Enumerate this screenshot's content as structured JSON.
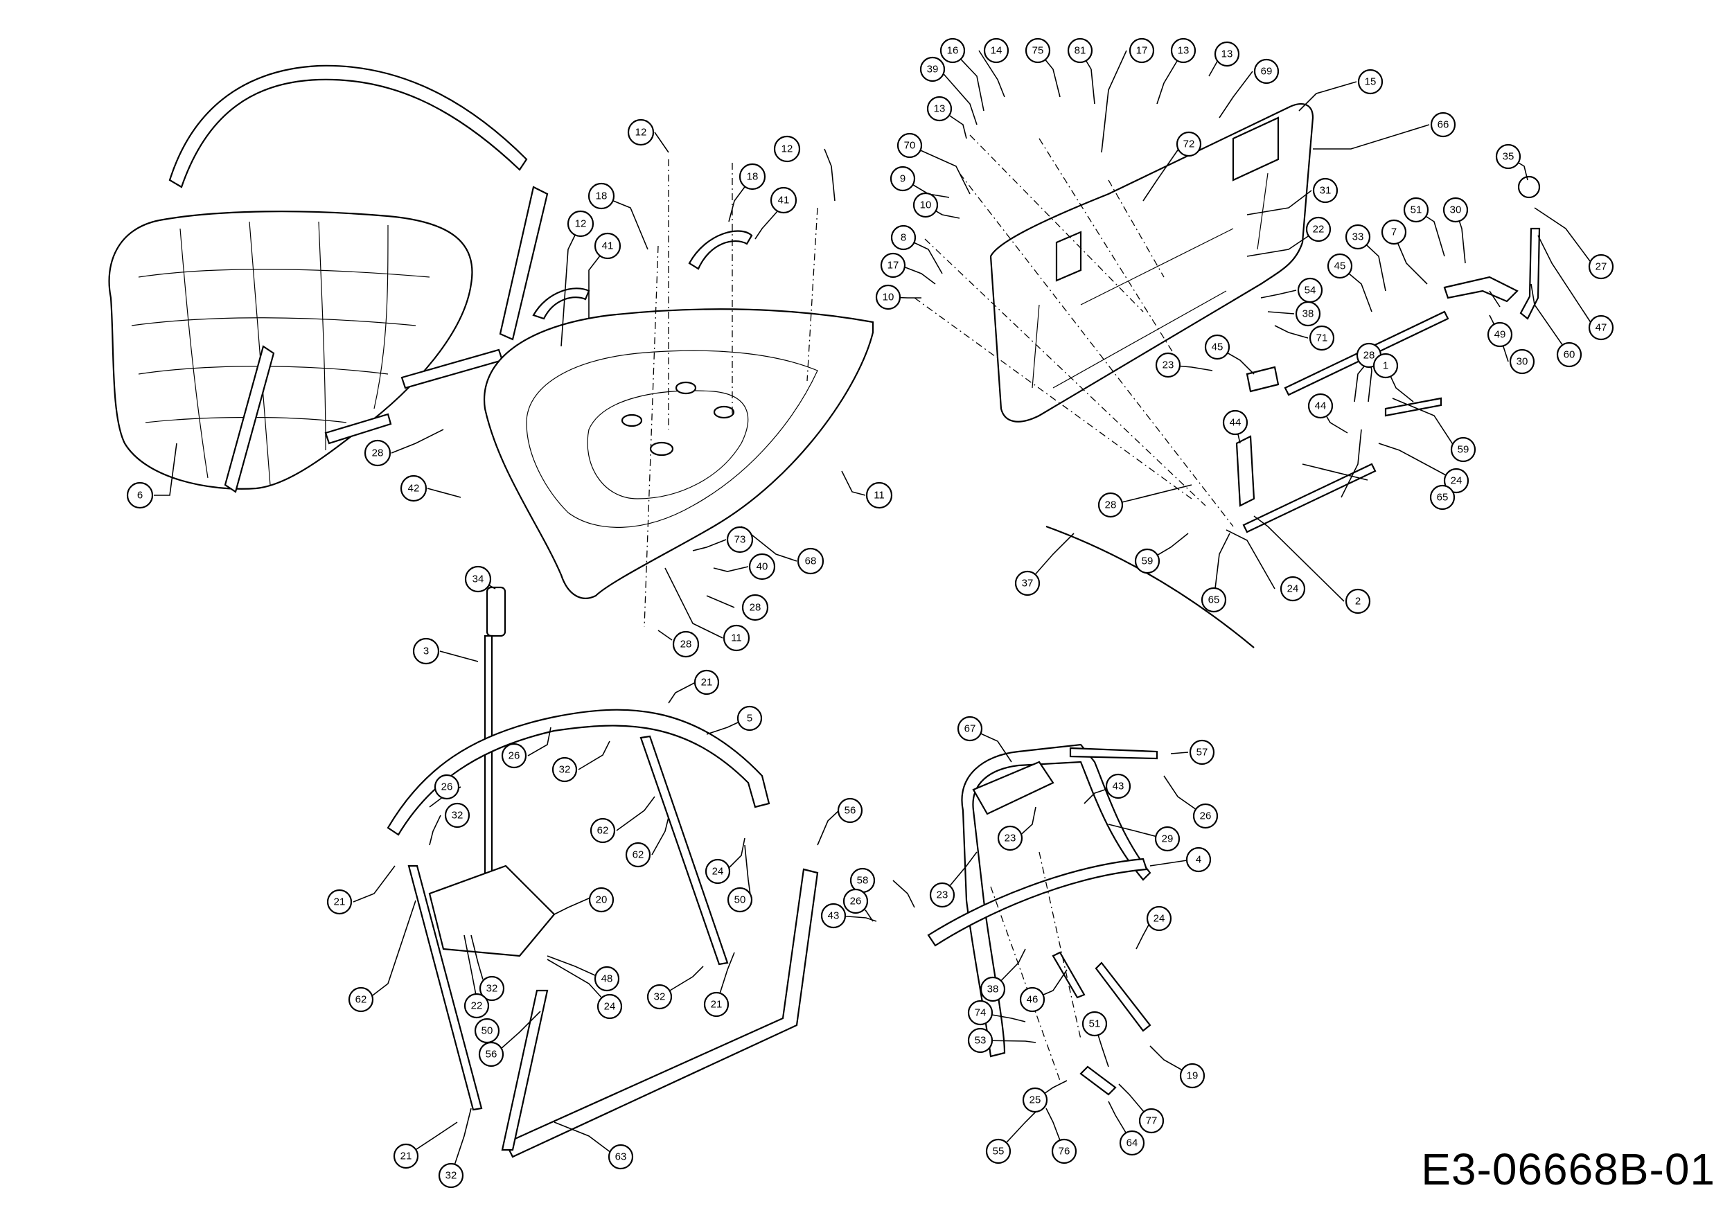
{
  "drawing": {
    "reference": "E3-06668B-01"
  },
  "callouts": [
    {
      "id": "6",
      "tx": "6"
    },
    {
      "id": "28a",
      "tx": "28"
    },
    {
      "id": "42",
      "tx": "42"
    },
    {
      "id": "12a",
      "tx": "12"
    },
    {
      "id": "41a",
      "tx": "41"
    },
    {
      "id": "12b",
      "tx": "12"
    },
    {
      "id": "18a",
      "tx": "18"
    },
    {
      "id": "18b",
      "tx": "18"
    },
    {
      "id": "41b",
      "tx": "41"
    },
    {
      "id": "12c",
      "tx": "12"
    },
    {
      "id": "11a",
      "tx": "11"
    },
    {
      "id": "68",
      "tx": "68"
    },
    {
      "id": "73",
      "tx": "73"
    },
    {
      "id": "40",
      "tx": "40"
    },
    {
      "id": "28b",
      "tx": "28"
    },
    {
      "id": "11b",
      "tx": "11"
    },
    {
      "id": "28c",
      "tx": "28"
    },
    {
      "id": "16",
      "tx": "16"
    },
    {
      "id": "14",
      "tx": "14"
    },
    {
      "id": "75",
      "tx": "75"
    },
    {
      "id": "81",
      "tx": "81"
    },
    {
      "id": "17a",
      "tx": "17"
    },
    {
      "id": "13a",
      "tx": "13"
    },
    {
      "id": "13b",
      "tx": "13"
    },
    {
      "id": "39",
      "tx": "39"
    },
    {
      "id": "69",
      "tx": "69"
    },
    {
      "id": "15",
      "tx": "15"
    },
    {
      "id": "13c",
      "tx": "13"
    },
    {
      "id": "72",
      "tx": "72"
    },
    {
      "id": "66",
      "tx": "66"
    },
    {
      "id": "70",
      "tx": "70"
    },
    {
      "id": "9",
      "tx": "9"
    },
    {
      "id": "35",
      "tx": "35"
    },
    {
      "id": "31",
      "tx": "31"
    },
    {
      "id": "10a",
      "tx": "10"
    },
    {
      "id": "51a",
      "tx": "51"
    },
    {
      "id": "30a",
      "tx": "30"
    },
    {
      "id": "22a",
      "tx": "22"
    },
    {
      "id": "33",
      "tx": "33"
    },
    {
      "id": "7",
      "tx": "7"
    },
    {
      "id": "8",
      "tx": "8"
    },
    {
      "id": "17b",
      "tx": "17"
    },
    {
      "id": "45a",
      "tx": "45"
    },
    {
      "id": "54",
      "tx": "54"
    },
    {
      "id": "27",
      "tx": "27"
    },
    {
      "id": "10b",
      "tx": "10"
    },
    {
      "id": "38a",
      "tx": "38"
    },
    {
      "id": "47",
      "tx": "47"
    },
    {
      "id": "71",
      "tx": "71"
    },
    {
      "id": "49",
      "tx": "49"
    },
    {
      "id": "45b",
      "tx": "45"
    },
    {
      "id": "60",
      "tx": "60"
    },
    {
      "id": "28d",
      "tx": "28"
    },
    {
      "id": "30b",
      "tx": "30"
    },
    {
      "id": "23a",
      "tx": "23"
    },
    {
      "id": "1",
      "tx": "1"
    },
    {
      "id": "44a",
      "tx": "44"
    },
    {
      "id": "44b",
      "tx": "44"
    },
    {
      "id": "59a",
      "tx": "59"
    },
    {
      "id": "24a",
      "tx": "24"
    },
    {
      "id": "65a",
      "tx": "65"
    },
    {
      "id": "28e",
      "tx": "28"
    },
    {
      "id": "37",
      "tx": "37"
    },
    {
      "id": "59b",
      "tx": "59"
    },
    {
      "id": "24b",
      "tx": "24"
    },
    {
      "id": "65b",
      "tx": "65"
    },
    {
      "id": "2",
      "tx": "2"
    },
    {
      "id": "34",
      "tx": "34"
    },
    {
      "id": "3",
      "tx": "3"
    },
    {
      "id": "21a",
      "tx": "21"
    },
    {
      "id": "5",
      "tx": "5"
    },
    {
      "id": "26a",
      "tx": "26"
    },
    {
      "id": "32a",
      "tx": "32"
    },
    {
      "id": "26b",
      "tx": "26"
    },
    {
      "id": "32b",
      "tx": "32"
    },
    {
      "id": "62a",
      "tx": "62"
    },
    {
      "id": "62b",
      "tx": "62"
    },
    {
      "id": "56a",
      "tx": "56"
    },
    {
      "id": "24c",
      "tx": "24"
    },
    {
      "id": "21b",
      "tx": "21"
    },
    {
      "id": "50a",
      "tx": "50"
    },
    {
      "id": "20",
      "tx": "20"
    },
    {
      "id": "48",
      "tx": "48"
    },
    {
      "id": "62c",
      "tx": "62"
    },
    {
      "id": "32c",
      "tx": "32"
    },
    {
      "id": "22b",
      "tx": "22"
    },
    {
      "id": "24d",
      "tx": "24"
    },
    {
      "id": "32d",
      "tx": "32"
    },
    {
      "id": "21c",
      "tx": "21"
    },
    {
      "id": "50b",
      "tx": "50"
    },
    {
      "id": "56b",
      "tx": "56"
    },
    {
      "id": "21d",
      "tx": "21"
    },
    {
      "id": "63",
      "tx": "63"
    },
    {
      "id": "32e",
      "tx": "32"
    },
    {
      "id": "67",
      "tx": "67"
    },
    {
      "id": "57",
      "tx": "57"
    },
    {
      "id": "43a",
      "tx": "43"
    },
    {
      "id": "26c",
      "tx": "26"
    },
    {
      "id": "23b",
      "tx": "23"
    },
    {
      "id": "29",
      "tx": "29"
    },
    {
      "id": "4",
      "tx": "4"
    },
    {
      "id": "58",
      "tx": "58"
    },
    {
      "id": "26d",
      "tx": "26"
    },
    {
      "id": "23c",
      "tx": "23"
    },
    {
      "id": "43b",
      "tx": "43"
    },
    {
      "id": "24e",
      "tx": "24"
    },
    {
      "id": "38b",
      "tx": "38"
    },
    {
      "id": "46",
      "tx": "46"
    },
    {
      "id": "74",
      "tx": "74"
    },
    {
      "id": "51b",
      "tx": "51"
    },
    {
      "id": "53",
      "tx": "53"
    },
    {
      "id": "19",
      "tx": "19"
    },
    {
      "id": "25",
      "tx": "25"
    },
    {
      "id": "77",
      "tx": "77"
    },
    {
      "id": "55",
      "tx": "55"
    },
    {
      "id": "76",
      "tx": "76"
    },
    {
      "id": "64",
      "tx": "64"
    }
  ]
}
